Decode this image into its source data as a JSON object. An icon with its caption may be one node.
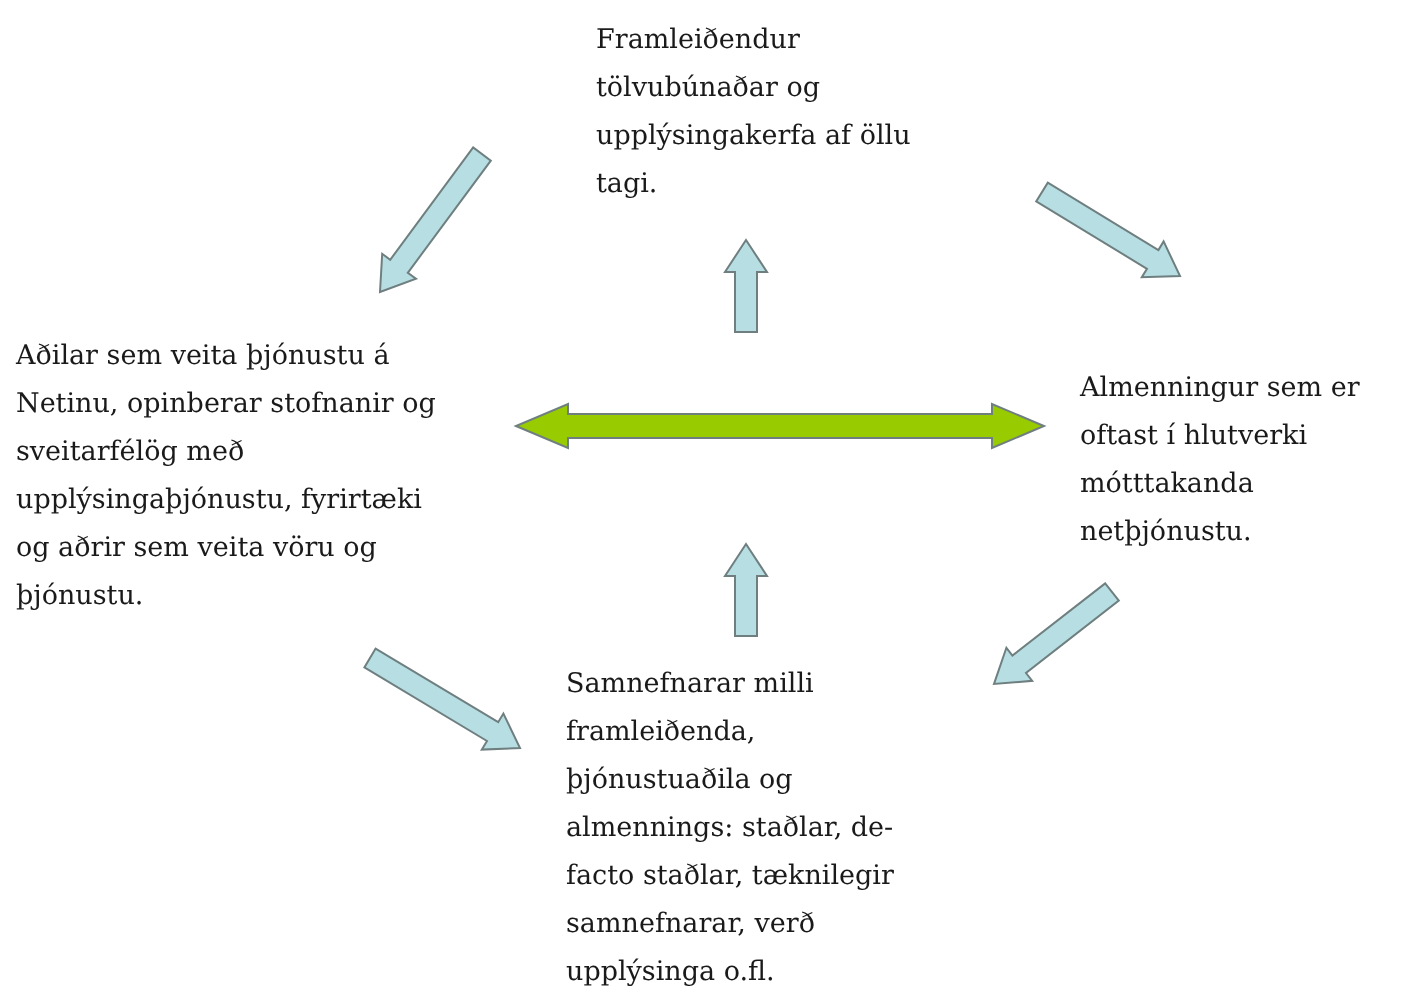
{
  "diagram": {
    "nodes": [
      {
        "text": [
          "Framleiðendur tölvubúnaðar og upplýsingakerfa af öllu tagi."
        ]
      },
      {
        "text": [
          "Aðilar sem veita þjónustu á  Netinu, opinberar stofnanir og sveitarfélög með upplýsingaþjónustu, fyrirtæki og aðrir sem veita vöru og þjónustu."
        ]
      },
      {
        "text": [
          "Almenningur sem er oftast í hlutverki mótttakanda netþjónustu."
        ]
      },
      {
        "text": [
          "Samnefnarar milli framleiðenda, þjónustuaðila og almennings: staðlar, de-facto staðlar, tæknilegir samnefnarar, verð upplýsinga o.fl."
        ]
      }
    ],
    "edges": [
      {
        "from": 0,
        "to": 1,
        "arrow": "to"
      },
      {
        "from": 0,
        "to": 2,
        "arrow": "to"
      },
      {
        "from": 1,
        "to": 3,
        "arrow": "to"
      },
      {
        "from": 2,
        "to": 3,
        "arrow": "to"
      },
      {
        "from": 1,
        "to": 2,
        "arrow": "both",
        "color": "#99cc00"
      },
      {
        "from": null,
        "to": 0,
        "arrow": "to"
      },
      {
        "from": 3,
        "to": null,
        "arrow": "to"
      }
    ]
  }
}
